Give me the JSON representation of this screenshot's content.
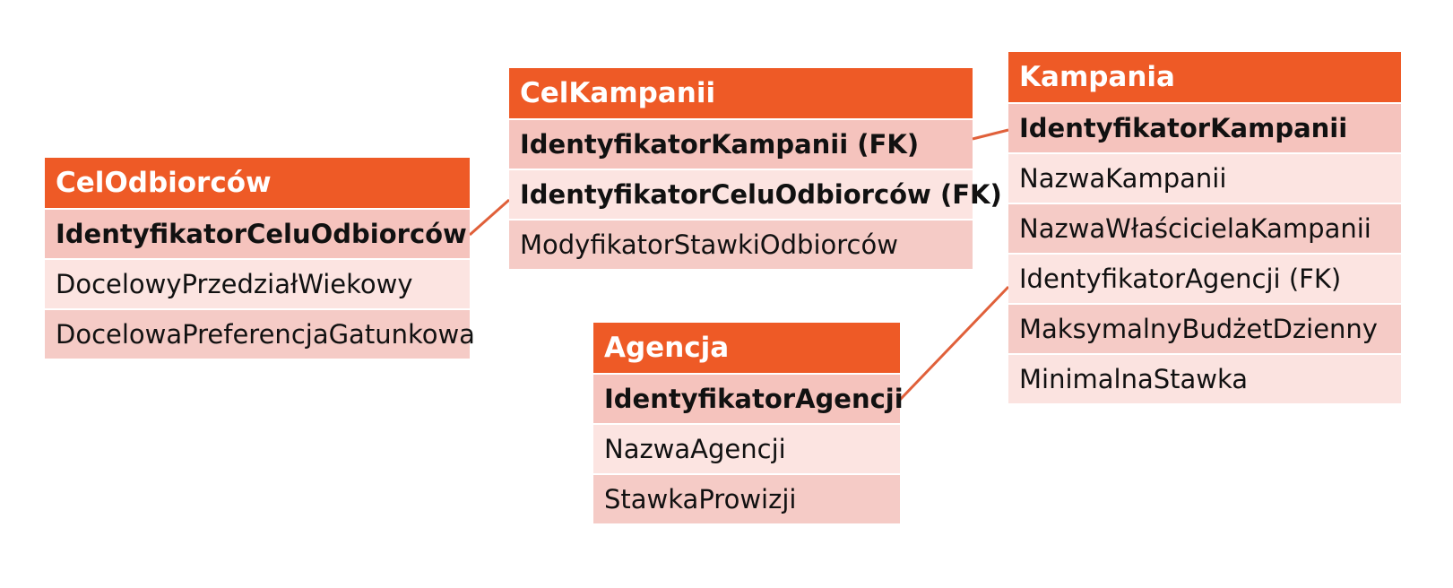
{
  "colors": {
    "header": "#ee5a26",
    "header_text": "#ffffff",
    "row_dark": "#f5c3bd",
    "row_light": "#fce4e1",
    "connector": "#e0603a"
  },
  "entities": {
    "cel_odbiorcow": {
      "title": "CelOdbiorców",
      "fields": [
        "IdentyfikatorCeluOdbiorców",
        "DocelowyPrzedziałWiekowy",
        "DocelowaPreferencjaGatunkowa"
      ]
    },
    "cel_kampanii": {
      "title": "CelKampanii",
      "fields": [
        "IdentyfikatorKampanii (FK)",
        "IdentyfikatorCeluOdbiorców (FK)",
        "ModyfikatorStawkiOdbiorców"
      ]
    },
    "agencja": {
      "title": "Agencja",
      "fields": [
        "IdentyfikatorAgencji",
        "NazwaAgencji",
        "StawkaProwizji"
      ]
    },
    "kampania": {
      "title": "Kampania",
      "fields": [
        "IdentyfikatorKampanii",
        "NazwaKampanii",
        "NazwaWłaścicielaKampanii",
        "IdentyfikatorAgencji (FK)",
        "MaksymalnyBudżetDzienny",
        "MinimalnaStawka"
      ]
    }
  }
}
